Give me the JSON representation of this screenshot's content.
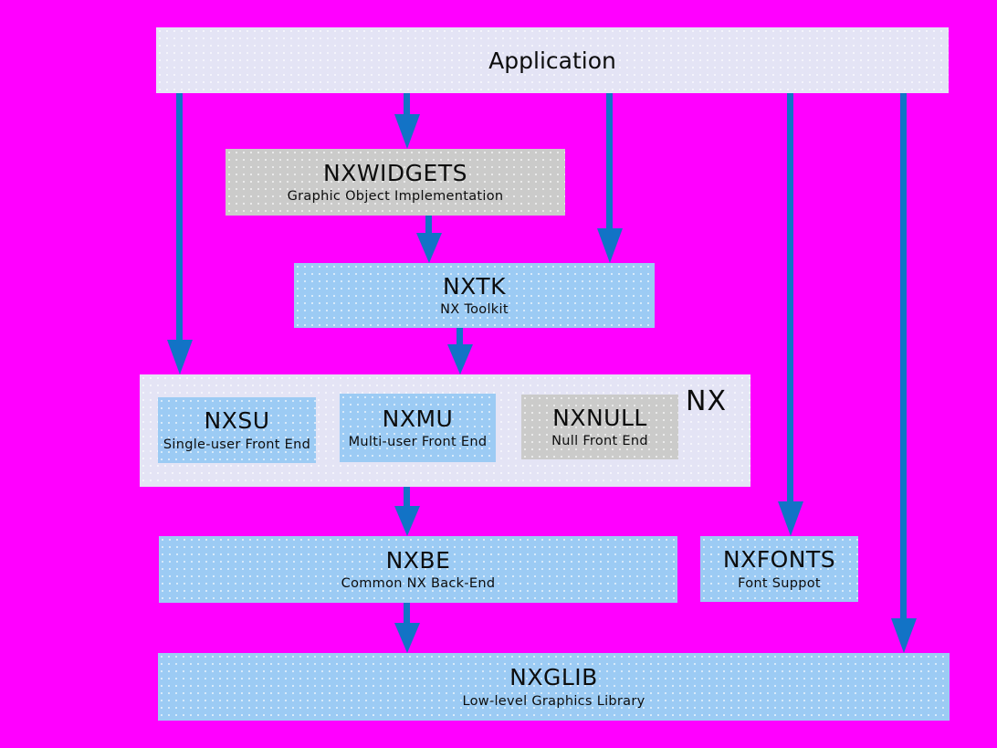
{
  "colors": {
    "background": "#ff00ff",
    "arrow": "#1273c6",
    "box_blue": "#9ccbf4",
    "box_gray": "#cbcbca",
    "box_lavender": "#e4e4f5"
  },
  "nodes": {
    "application": {
      "title": "Application"
    },
    "nxwidgets": {
      "title": "NXWIDGETS",
      "subtitle": "Graphic Object Implementation"
    },
    "nxtk": {
      "title": "NXTK",
      "subtitle": "NX Toolkit"
    },
    "nx_group": {
      "label": "NX"
    },
    "nxsu": {
      "title": "NXSU",
      "subtitle": "Single-user Front End"
    },
    "nxmu": {
      "title": "NXMU",
      "subtitle": "Multi-user Front End"
    },
    "nxnull": {
      "title": "NXNULL",
      "subtitle": "Null Front End"
    },
    "nxbe": {
      "title": "NXBE",
      "subtitle": "Common NX Back-End"
    },
    "nxfonts": {
      "title": "NXFONTS",
      "subtitle": "Font Suppot"
    },
    "nxglib": {
      "title": "NXGLIB",
      "subtitle": "Low-level Graphics Library"
    }
  }
}
